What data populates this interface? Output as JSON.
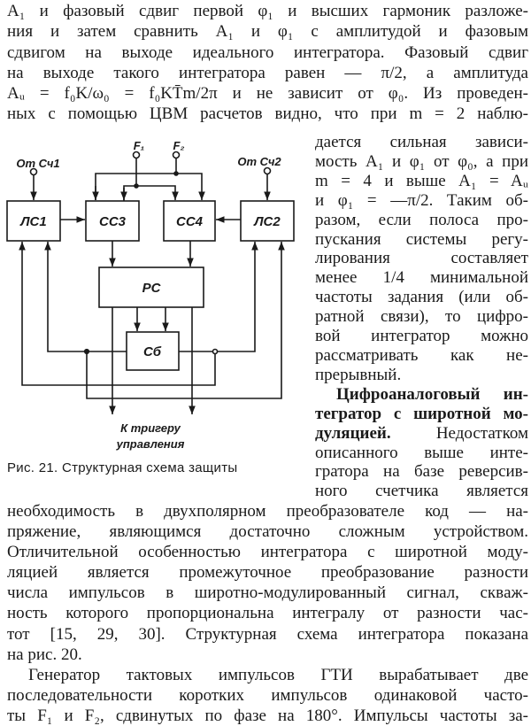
{
  "top_paragraph": [
    "A₁ и фазовый сдвиг первой φ₁ и высших гармоник разложе-",
    "ния и затем сравнить A₁ и φ₁ с амплитудой и фазовым",
    "сдвигом на выходе идеального интегратора. Фазовый сдвиг",
    "на выходе такого интегратора равен — π/2, а амплитуда",
    "Aᵤ = f₀K/ω₀ = f₀KT̄m/2π и не зависит от φ₀. Из проведен-",
    "ных с помощью ЦВМ расчетов видно, что при m = 2 наблю-"
  ],
  "right_column": [
    "дается сильная зависи-",
    "мость A₁ и φ₁ от φ₀, а при",
    "m = 4 и выше A₁ = Aᵤ",
    "и φ₁ = —π/2. Таким об-",
    "разом, если полоса про-",
    "пускания системы регу-",
    "лирования составляет",
    "менее 1/4 минимальной",
    "частоты задания (или об-",
    "ратной связи), то цифро-",
    "вой интегратор можно",
    "рассматривать как не-",
    "прерывный."
  ],
  "section": {
    "heading_lines": [
      "Цифроаналоговый ин-",
      "тегратор с широтной мо-",
      "дуляцией."
    ],
    "continuation": [
      "Недостатком",
      "описанного выше инте-",
      "гратора на базе реверсив-",
      "ного счетчика является"
    ]
  },
  "bottom_paragraph": [
    "необходимость в двухполярном преобразователе код — на-",
    "пряжение, являющимся достаточно сложным устройством.",
    "Отличительной особенностью интегратора с широтной моду-",
    "ляцией является промежуточное преобразование разности",
    "числа импульсов в широтно-модулированный сигнал, сквaж-",
    "ность которого пропорциональна интегралу от разности час-",
    "тот [15, 29, 30]. Структурная схема интегратора показана",
    "на рис. 20."
  ],
  "last_paragraph": [
    "Генератор тактовых импульсов ГТИ вырабатывает две",
    "последовательности коротких импульсов одинаковой часто-",
    "ты F₁ и F₂, сдвинутых по фазе на 180°. Импульсы частоты за-"
  ],
  "figure": {
    "blocks": {
      "ls1": "ЛС1",
      "cc3": "СС3",
      "cc4": "СС4",
      "ls2": "ЛС2",
      "pc": "РС",
      "sb": "Сб"
    },
    "inputs": {
      "sch1": "От Сч1",
      "f1": "F₁",
      "f2": "F₂",
      "sch2": "От Сч2"
    },
    "output_label": [
      "К тригеру",
      "управления"
    ],
    "caption_number": "Рис. 21.",
    "caption_text": "Структурная схема защиты"
  }
}
